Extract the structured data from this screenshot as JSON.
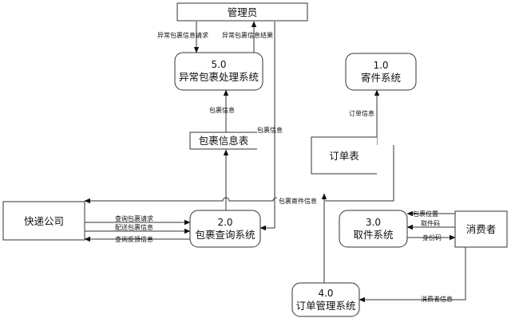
{
  "entities": {
    "admin": "管理员",
    "courier": "快递公司",
    "consumer": "消费者"
  },
  "stores": {
    "package_info": "包裹信息表",
    "order_table": "订单表"
  },
  "processes": {
    "p5": {
      "id": "5.0",
      "name": "异常包裹处理系统"
    },
    "p1": {
      "id": "1.0",
      "name": "寄件系统"
    },
    "p2": {
      "id": "2.0",
      "name": "包裹查询系统"
    },
    "p3": {
      "id": "3.0",
      "name": "取件系统"
    },
    "p4": {
      "id": "4.0",
      "name": "订单管理系统"
    }
  },
  "flows": {
    "abnormal_request": "异常包裹信息请求",
    "abnormal_result": "异常包裹信息结果",
    "package_info_to_p5": "包裹信息",
    "package_info_to_admin": "包裹信息",
    "order_info": "订单信息",
    "package_shipping_info": "包裹寄件信息",
    "query_request": "查询包裹请求",
    "delivery_info": "配送包裹信息",
    "query_feedback": "查询反馈信息",
    "package_location": "包裹位置",
    "pickup_code": "取件码",
    "id_code": "身份码",
    "consumer_info": "消费者信息"
  }
}
